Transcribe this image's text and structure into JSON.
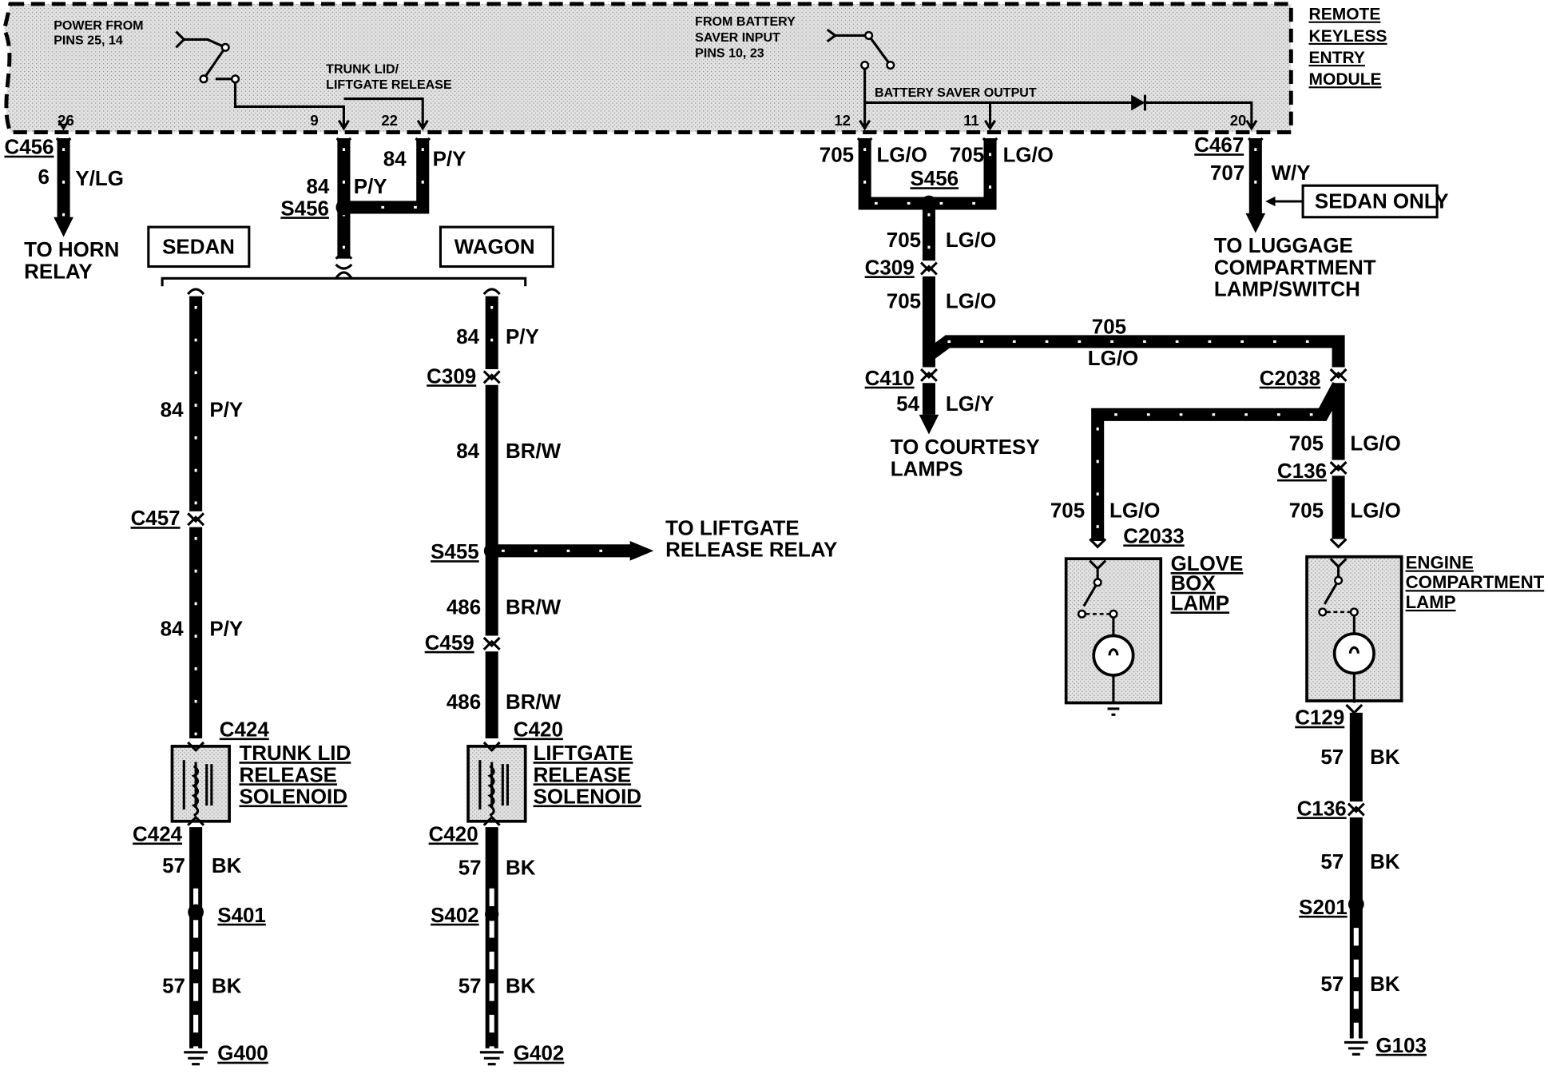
{
  "module": {
    "title_lines": [
      "REMOTE",
      "KEYLESS",
      "ENTRY",
      "MODULE"
    ],
    "power_lines": [
      "POWER  FROM",
      "PINS 25, 14"
    ],
    "trunk_release_lines": [
      "TRUNK LID/",
      "LIFTGATE RELEASE"
    ],
    "battery_saver_input_lines": [
      "FROM BATTERY",
      "SAVER INPUT",
      "PINS 10, 23"
    ],
    "battery_saver_output": "BATTERY SAVER OUTPUT",
    "pins": {
      "p26": "26",
      "p9": "9",
      "p22": "22",
      "p12": "12",
      "p11": "11",
      "p20": "20"
    }
  },
  "horn": {
    "connector": "C456",
    "circuit": "6",
    "color": "Y/LG",
    "dest_lines": [
      "TO HORN",
      "RELAY"
    ]
  },
  "trunk_feed": {
    "c22_circuit": "84",
    "c22_color": "P/Y",
    "c9_circuit": "84",
    "c9_color": "P/Y",
    "splice": "S456"
  },
  "option_labels": {
    "sedan": "SEDAN",
    "wagon": "WAGON",
    "sedan_only": "SEDAN ONLY"
  },
  "sedan_branch": {
    "w1_circuit": "84",
    "w1_color": "P/Y",
    "c457": "C457",
    "w2_circuit": "84",
    "w2_color": "P/Y",
    "c424_top": "C424",
    "solenoid_lines": [
      "TRUNK LID",
      "RELEASE",
      "SOLENOID"
    ],
    "c424_bottom": "C424",
    "g1_circuit": "57",
    "g1_color": "BK",
    "splice": "S401",
    "g2_circuit": "57",
    "g2_color": "BK",
    "ground": "G400"
  },
  "wagon_branch": {
    "w1_circuit": "84",
    "w1_color": "P/Y",
    "c309": "C309",
    "w2_circuit": "84",
    "w2_color": "BR/W",
    "splice": "S455",
    "relay_lines": [
      "TO LIFTGATE",
      "RELEASE RELAY"
    ],
    "w3_circuit": "486",
    "w3_color": "BR/W",
    "c459": "C459",
    "w4_circuit": "486",
    "w4_color": "BR/W",
    "c420_top": "C420",
    "solenoid_lines": [
      "LIFTGATE",
      "RELEASE",
      "SOLENOID"
    ],
    "c420_bottom": "C420",
    "g1_circuit": "57",
    "g1_color": "BK",
    "splice2": "S402",
    "g2_circuit": "57",
    "g2_color": "BK",
    "ground": "G402"
  },
  "courtesy": {
    "p12_circuit": "705",
    "p12_color": "LG/O",
    "p11_circuit": "705",
    "p11_color": "LG/O",
    "splice": "S456",
    "w1_circuit": "705",
    "w1_color": "LG/O",
    "c309": "C309",
    "w2_circuit": "705",
    "w2_color": "LG/O",
    "h_circuit": "705",
    "h_color": "LG/O",
    "c410": "C410",
    "w3_circuit": "54",
    "w3_color": "LG/Y",
    "dest_lines": [
      "TO COURTESY",
      "LAMPS"
    ]
  },
  "luggage": {
    "connector": "C467",
    "circuit": "707",
    "color": "W/Y",
    "dest_lines": [
      "TO LUGGAGE",
      "COMPARTMENT",
      "LAMP/SWITCH"
    ]
  },
  "glove_box": {
    "circuit": "705",
    "color": "LG/O",
    "connector": "C2033",
    "lamp_lines": [
      "GLOVE",
      "BOX",
      "LAMP"
    ]
  },
  "engine_comp": {
    "c2038": "C2038",
    "w1_circuit": "705",
    "w1_color": "LG/O",
    "c136_top": "C136",
    "w2_circuit": "705",
    "w2_color": "LG/O",
    "lamp_lines": [
      "ENGINE",
      "COMPARTMENT",
      "LAMP"
    ],
    "c129": "C129",
    "g1_circuit": "57",
    "g1_color": "BK",
    "c136_bottom": "C136",
    "g2_circuit": "57",
    "g2_color": "BK",
    "splice": "S201",
    "g3_circuit": "57",
    "g3_color": "BK",
    "ground": "G103"
  }
}
